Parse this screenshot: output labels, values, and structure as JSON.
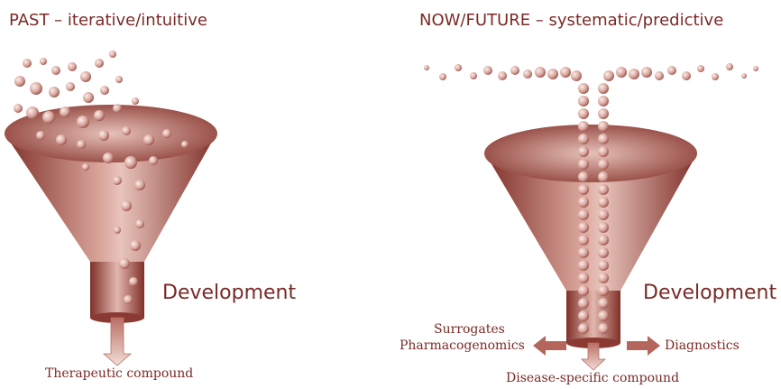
{
  "colors": {
    "funnel_dark": "#8a3a33",
    "funnel_light": "#f2d6cf",
    "text": "#7a2a26",
    "ball": "#c98f86"
  },
  "left": {
    "heading_a": "PAST",
    "heading_sep": " – ",
    "heading_b": "iterative/intuitive",
    "development_label": "Development",
    "output_label": "Therapeutic compound"
  },
  "right": {
    "heading_a": "NOW/FUTURE",
    "heading_sep": " – ",
    "heading_b": "systematic/predictive",
    "development_label": "Development",
    "output_label": "Disease-specific compound",
    "side_left_1": "Surrogates",
    "side_left_2": "Pharmacogenomics",
    "side_right": "Diagnostics"
  }
}
